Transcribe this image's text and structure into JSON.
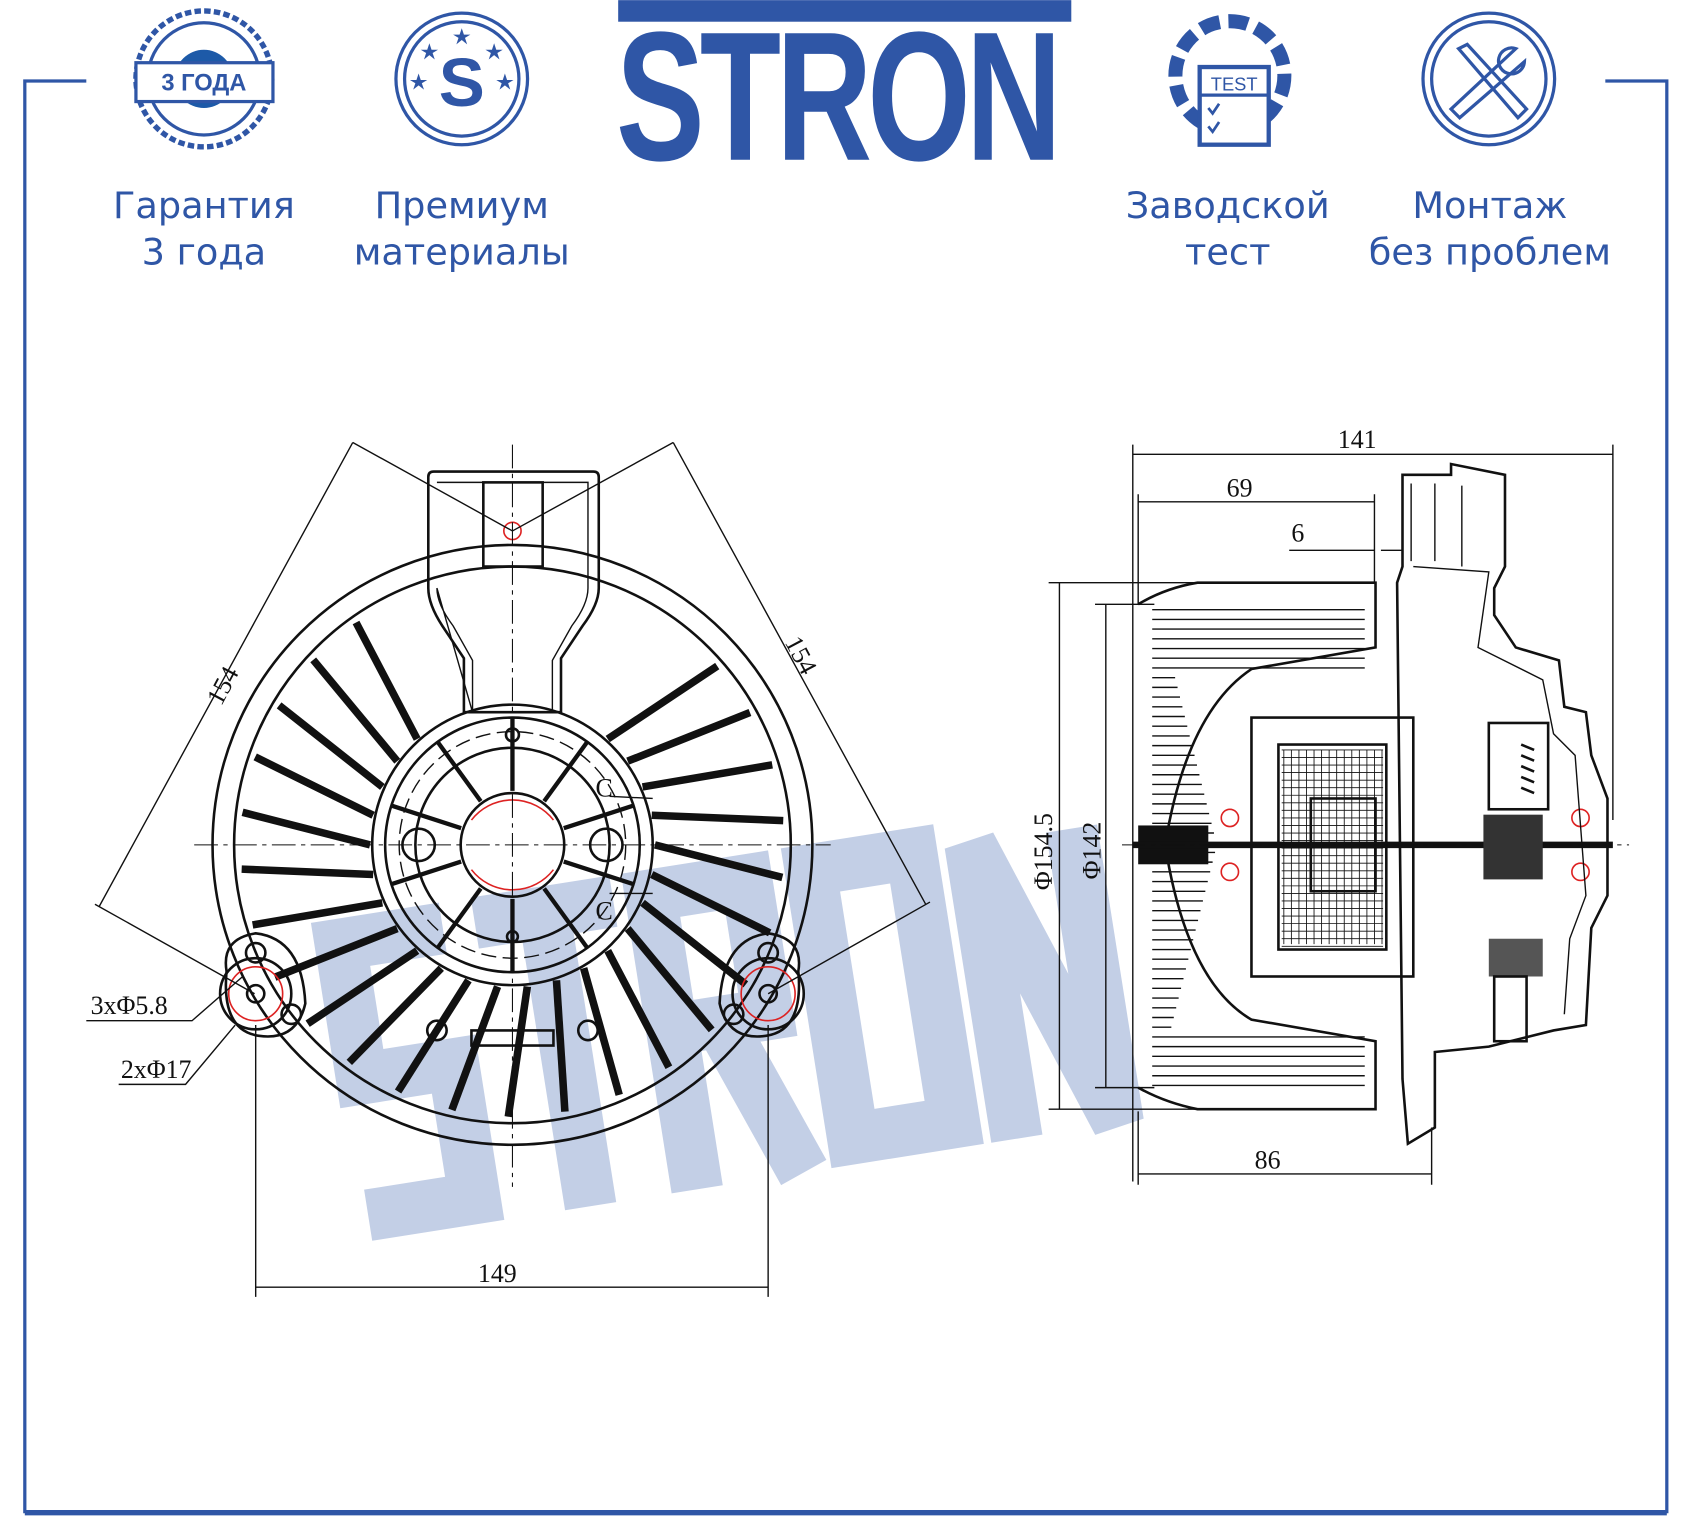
{
  "brand": {
    "logo": "STRON",
    "watermark": "STRON",
    "color": "#2f56a6",
    "watermark_color": "#c3cfe6"
  },
  "badges": [
    {
      "icon": "warranty-seal-icon",
      "icon_text": "3 ГОДА",
      "line1": "Гарантия",
      "line2": "3 года"
    },
    {
      "icon": "premium-s-stars-icon",
      "icon_text": "S",
      "line1": "Премиум",
      "line2": "материалы"
    },
    {
      "icon": "gear-test-checklist-icon",
      "icon_text": "TEST",
      "line1": "Заводской",
      "line2": "тест"
    },
    {
      "icon": "wrench-screwdriver-icon",
      "line1": "Монтаж",
      "line2": "без проблем"
    }
  ],
  "drawing": {
    "front_view": {
      "dims": {
        "diag_left": "154",
        "diag_right": "154",
        "holes_small": "3xΦ5.8",
        "holes_large": "2xΦ17",
        "width": "149",
        "section_mark": "C"
      }
    },
    "side_view": {
      "dims": {
        "overall_length": "141",
        "fan_length": "69",
        "gap": "6",
        "outer_diameter": "Φ154.5",
        "inner_diameter": "Φ142",
        "base_length": "86"
      }
    }
  }
}
